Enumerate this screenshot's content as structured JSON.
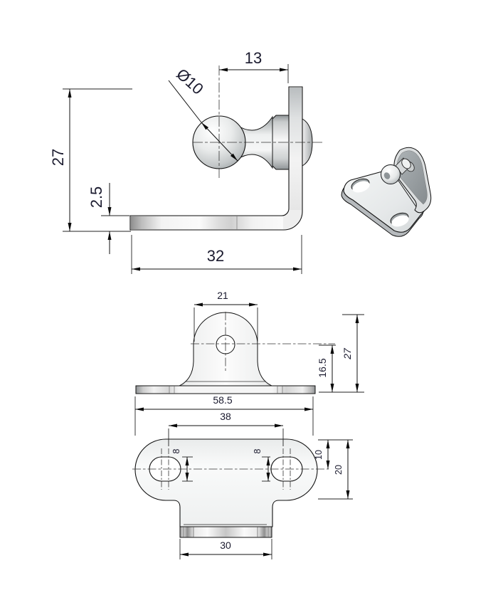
{
  "drawing_type": "engineering-drawing-3-views-plus-isometric",
  "part": "ball-stud-angle-bracket",
  "labels": {
    "side": {
      "stud_offset": "13",
      "ball_diameter": "Ø10",
      "height": "27",
      "thickness": "2.5",
      "base_length": "32"
    },
    "front": {
      "tab_width": "21",
      "hole_center_height": "16.5",
      "overall_height": "27"
    },
    "plan": {
      "overall_width": "58.5",
      "hole_spacing": "38",
      "slot_width_left": "8",
      "slot_width_right": "8",
      "edge_to_hole_center": "10",
      "plate_depth": "20",
      "tab_width": "30"
    }
  },
  "colors": {
    "background": "#ffffff",
    "line": "#000000",
    "dim_text": "#1a1a2e",
    "metal_light": "#f5f6f6",
    "metal_mid": "#d4d6d7",
    "metal_dark": "#9aa0a4"
  }
}
